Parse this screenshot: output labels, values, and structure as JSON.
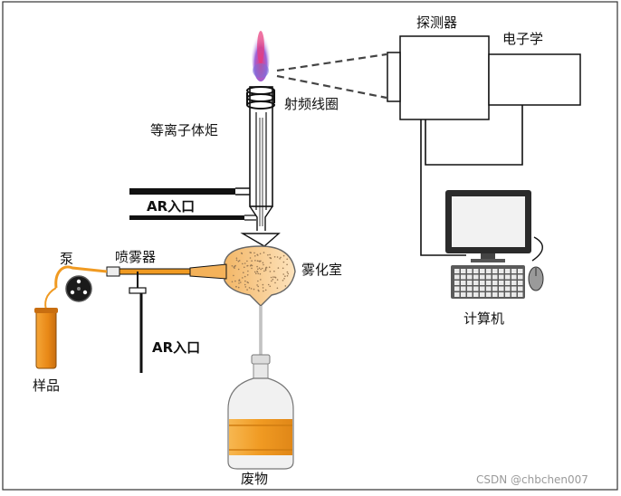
{
  "labels": {
    "detector": "探测器",
    "electronics": "电子学",
    "rf_coil": "射频线圈",
    "torch": "等离子体炬",
    "ar_inlet_top": "AR入口",
    "pump": "泵",
    "nebulizer": "喷雾器",
    "spray_chamber": "雾化室",
    "ar_inlet_bottom": "AR入口",
    "sample": "样品",
    "computer": "计算机",
    "waste": "废物"
  },
  "watermark": "CSDN @chbchen007",
  "colors": {
    "flame_core": "#e8397a",
    "flame_outer": "#7a6fd8",
    "sample_tube": "#f09a22",
    "waste_bottle": "#f0a636",
    "chamber_fill": "#f5c98a",
    "line": "#111111"
  }
}
